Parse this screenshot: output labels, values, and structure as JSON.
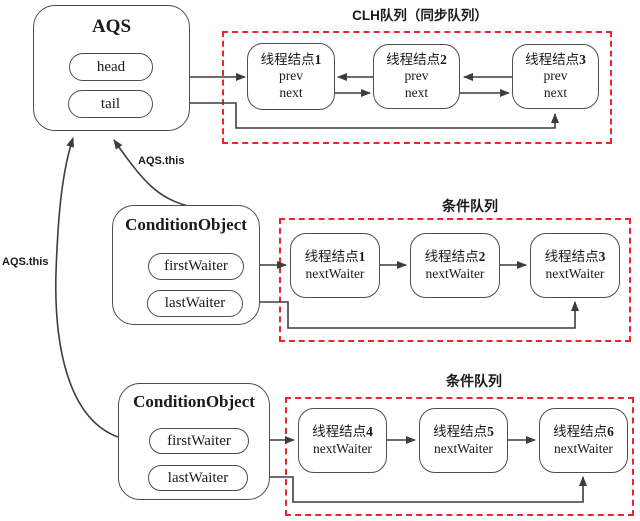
{
  "colors": {
    "dashed": "#e8262d",
    "line": "#3d3d3d",
    "border": "#4d4d4d",
    "text": "#1a1a1a",
    "bg": "#ffffff"
  },
  "aqs": {
    "title": "AQS",
    "head_label": "head",
    "tail_label": "tail"
  },
  "clh": {
    "title": "CLH队列（同步队列）",
    "nodes": [
      {
        "label": "线程结点",
        "num": "1",
        "field1": "prev",
        "field2": "next"
      },
      {
        "label": "线程结点",
        "num": "2",
        "field1": "prev",
        "field2": "next"
      },
      {
        "label": "线程结点",
        "num": "3",
        "field1": "prev",
        "field2": "next"
      }
    ]
  },
  "labels": {
    "aqs_this_top": "AQS.this",
    "aqs_this_left": "AQS.this"
  },
  "cond1": {
    "title": "ConditionObject",
    "first_label": "firstWaiter",
    "last_label": "lastWaiter",
    "queue_title": "条件队列",
    "nodes": [
      {
        "label": "线程结点",
        "num": "1",
        "field1": "nextWaiter"
      },
      {
        "label": "线程结点",
        "num": "2",
        "field1": "nextWaiter"
      },
      {
        "label": "线程结点",
        "num": "3",
        "field1": "nextWaiter"
      }
    ]
  },
  "cond2": {
    "title": "ConditionObject",
    "first_label": "firstWaiter",
    "last_label": "lastWaiter",
    "queue_title": "条件队列",
    "nodes": [
      {
        "label": "线程结点",
        "num": "4",
        "field1": "nextWaiter"
      },
      {
        "label": "线程结点",
        "num": "5",
        "field1": "nextWaiter"
      },
      {
        "label": "线程结点",
        "num": "6",
        "field1": "nextWaiter"
      }
    ]
  }
}
